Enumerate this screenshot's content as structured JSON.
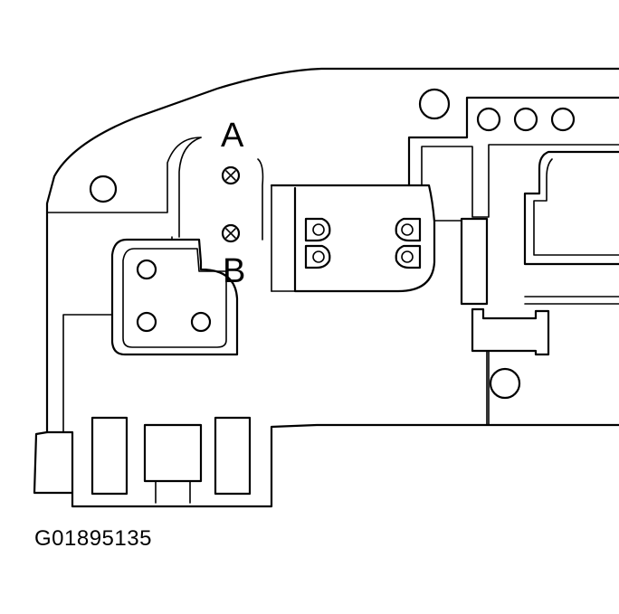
{
  "labels": {
    "a": "A",
    "b": "B"
  },
  "figure_code": "G01895135",
  "colors": {
    "line": "#000000",
    "background": "#ffffff"
  }
}
